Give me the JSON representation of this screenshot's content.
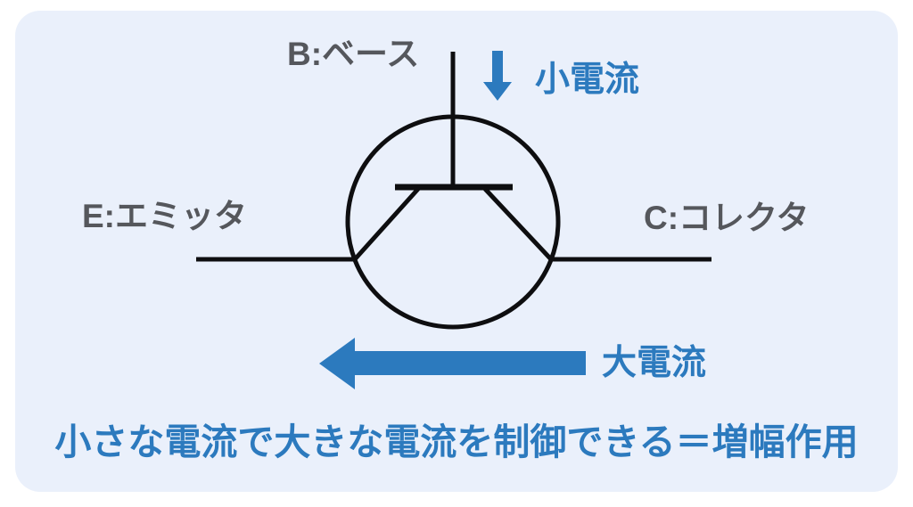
{
  "colors": {
    "page_bg": "#ffffff",
    "card_bg": "#eaf0fb",
    "accent_blue": "#2c7abe",
    "label_gray": "#55575c",
    "stroke_black": "#0e0e10"
  },
  "diagram": {
    "title_hint": "NPN transistor amplification diagram",
    "base_label": "B:ベース",
    "emitter_label": "E:エミッタ",
    "collector_label": "C:コレクタ",
    "small_current_label": "小電流",
    "large_current_label": "大電流",
    "caption": "小さな電流で大きな電流を制御できる＝増幅作用"
  }
}
